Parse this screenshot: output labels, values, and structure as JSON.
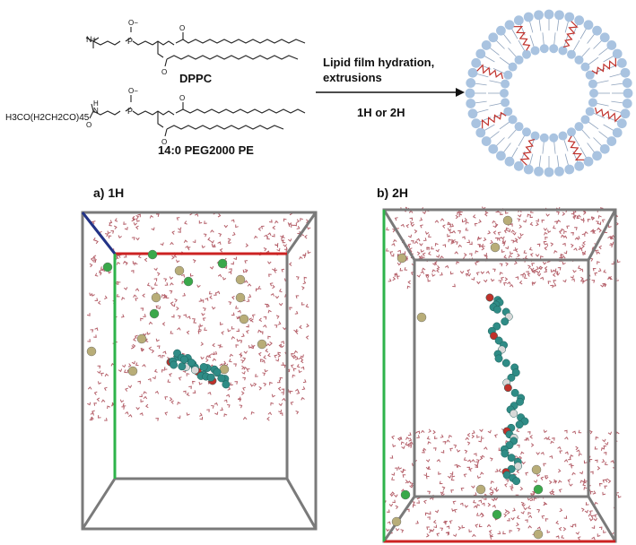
{
  "scheme": {
    "dppc_label": "DPPC",
    "peg_label": "14:0 PEG2000 PE",
    "peg_headgroup_formula": "H3CO(H2CH2CO)45",
    "n_plus": "N+",
    "amide_h": "H",
    "amide_n": "N",
    "phosphate_p": "P",
    "oxygen": "O",
    "o_minus": "O−",
    "arrow_text_line1": "Lipid film hydration,",
    "arrow_text_line2": "extrusions",
    "arrow_text_line3": "1H or 2H"
  },
  "panels": {
    "a_label": "a) 1H",
    "b_label": "b) 2H"
  },
  "colors": {
    "lipid_head": "#a9c3e0",
    "tail": "#8fa3bd",
    "peg_red": "#c0312b",
    "water": "#b5606a",
    "molecule": "#2f8c86",
    "ion_green": "#3aa84a",
    "ion_tan": "#b8ad78",
    "box_gray": "#7a7a7a",
    "axis_red": "#cc2222",
    "axis_green": "#2db34a",
    "axis_blue": "#223388"
  }
}
